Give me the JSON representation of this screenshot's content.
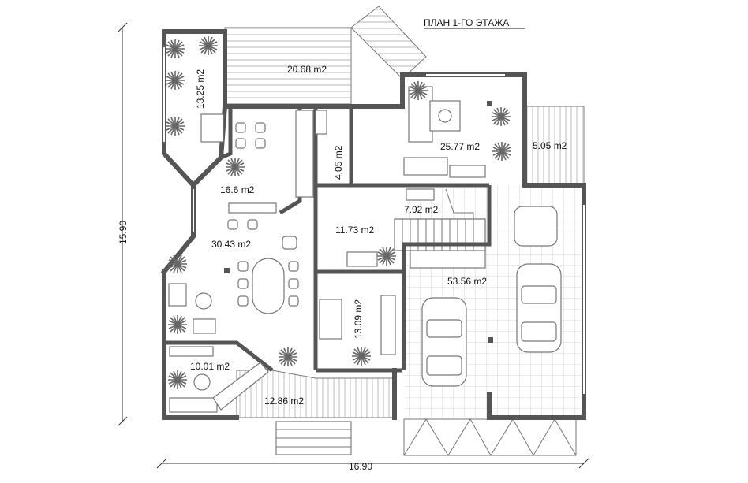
{
  "title": "ПЛАН 1-ГО ЭТАЖА",
  "dimensions": {
    "height": "15.90",
    "width": "16.90"
  },
  "rooms": {
    "terrace_top": "20.68 m2",
    "veranda_left": "13.25 m2",
    "living_top": "25.77 m2",
    "porch_right": "5.05 m2",
    "bathroom": "4.05 m2",
    "kitchen": "16.6 m2",
    "stair_hall": "7.92 m2",
    "hall": "11.73 m2",
    "dining": "30.43 m2",
    "garage": "53.56 m2",
    "bedroom": "13.09 m2",
    "study": "10.01 m2",
    "terrace_bottom": "12.86 m2"
  }
}
